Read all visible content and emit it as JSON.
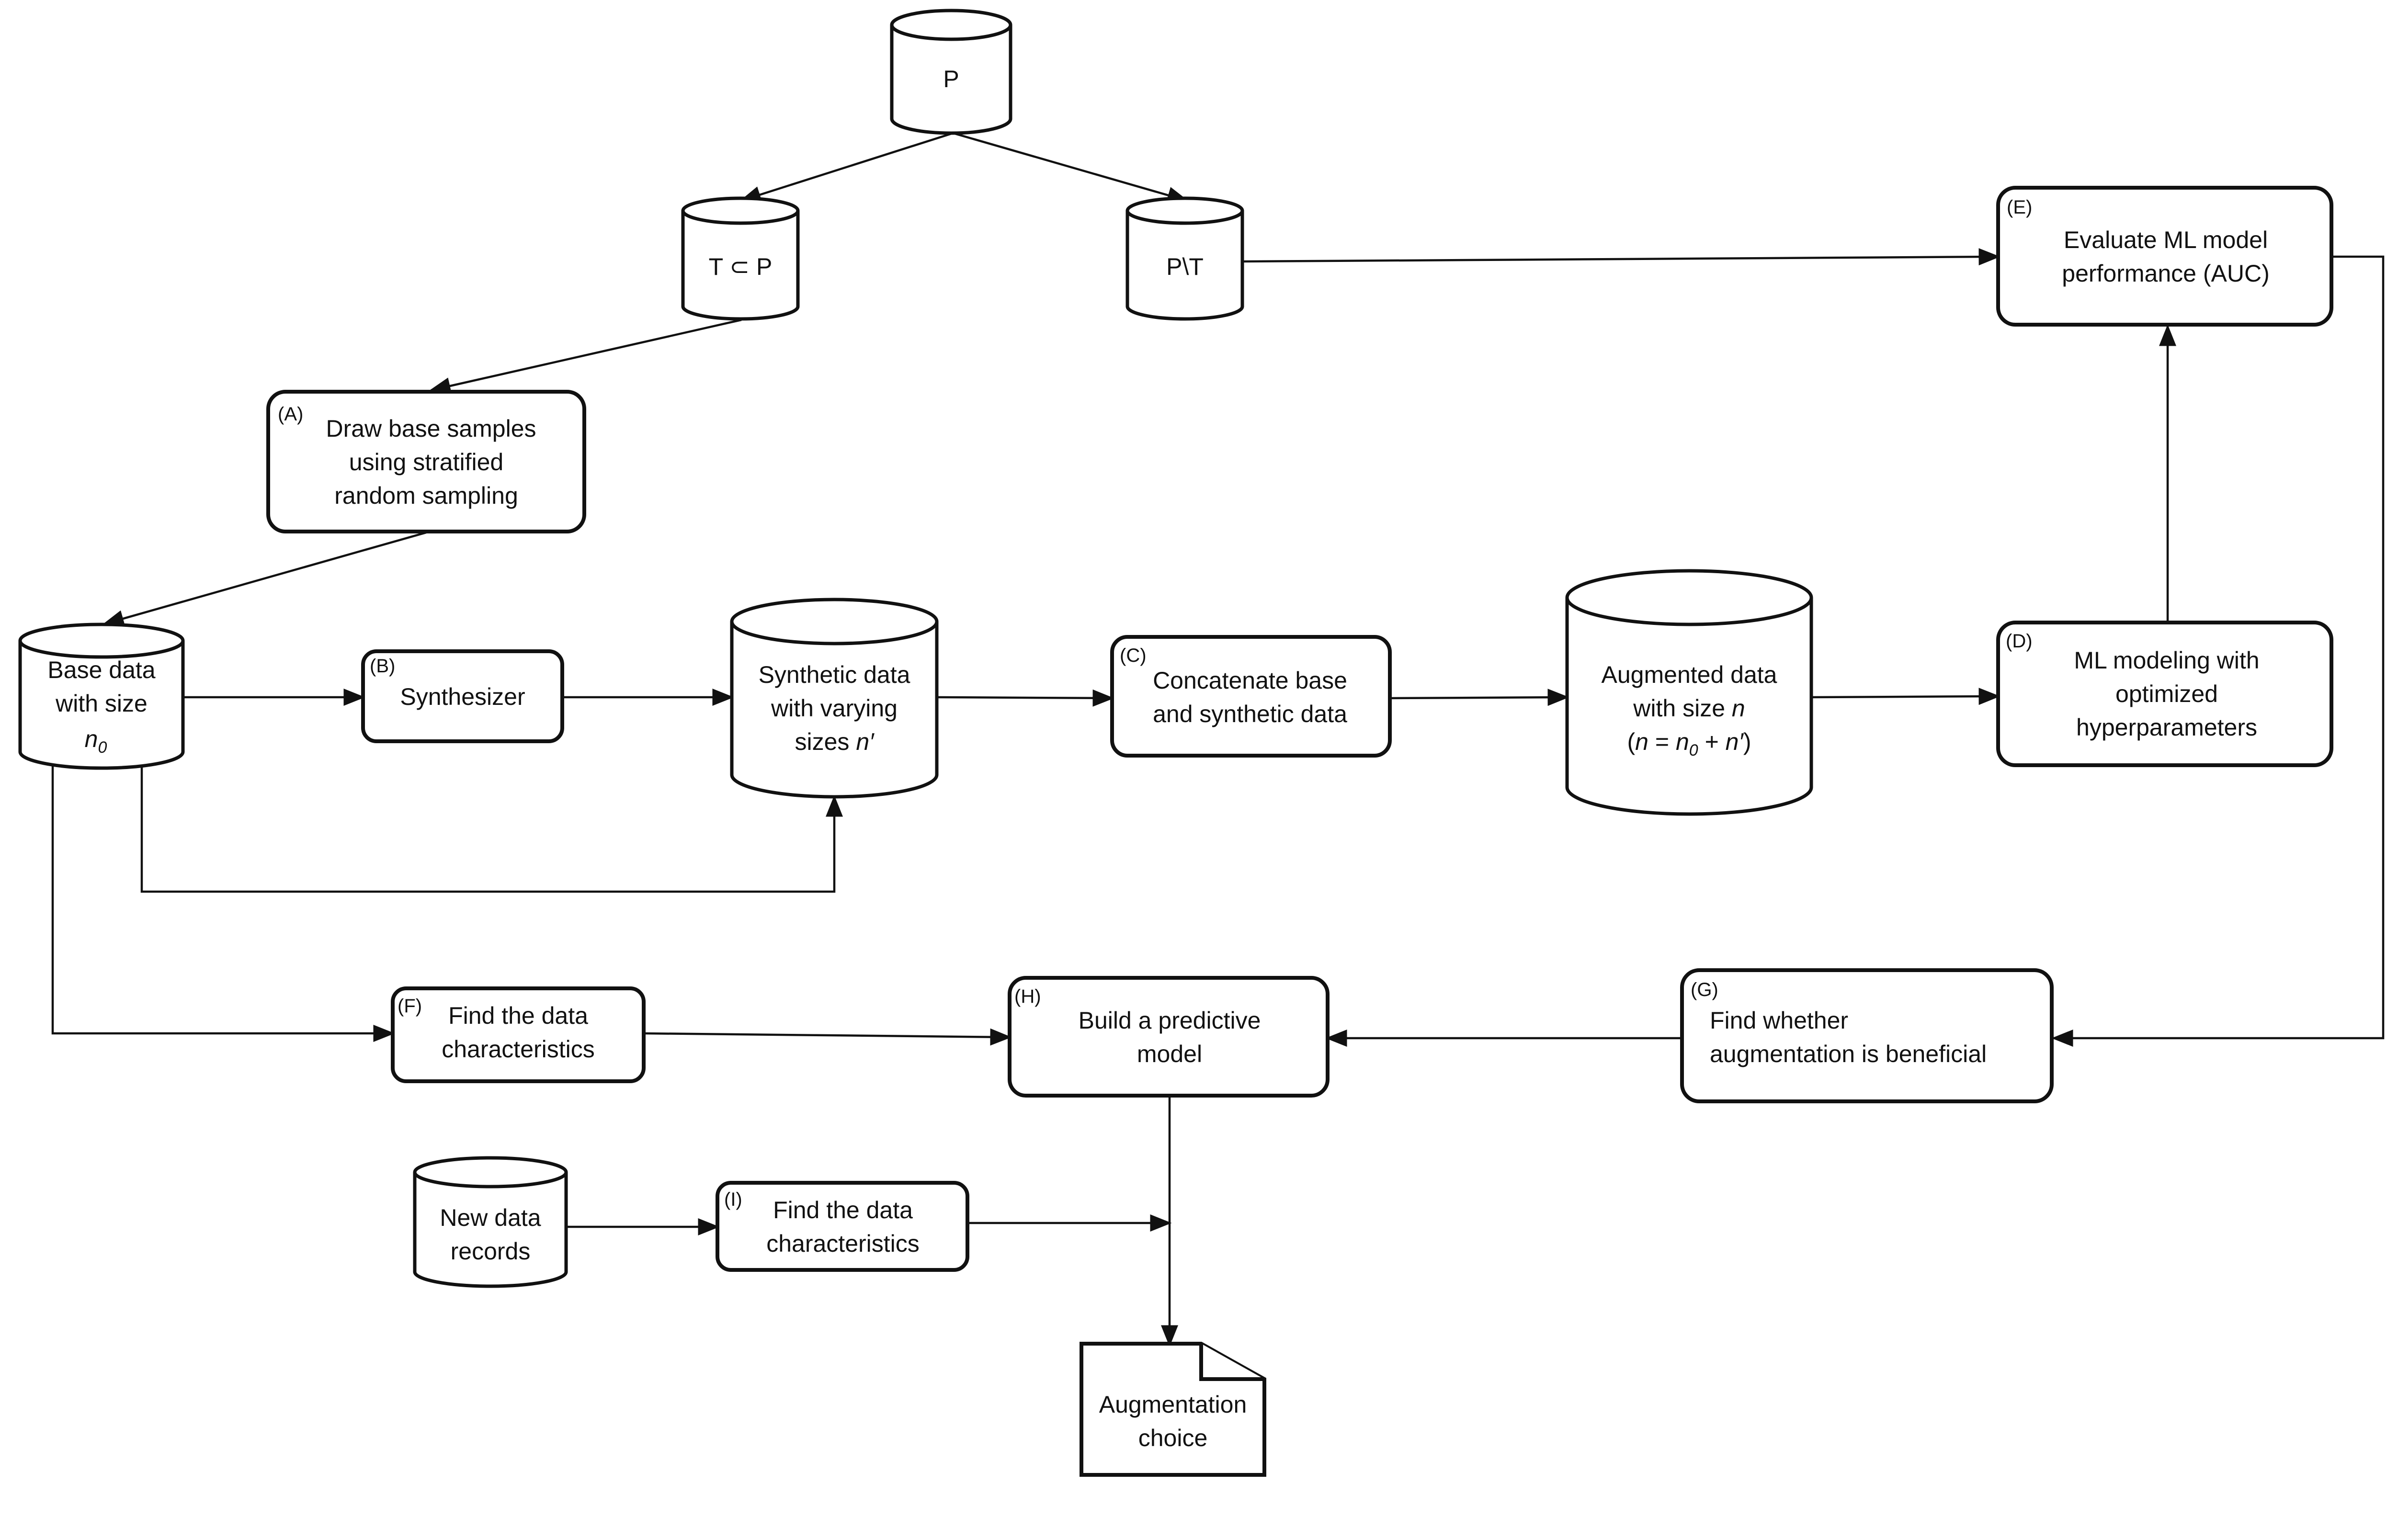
{
  "nodes": {
    "p": {
      "label": "P"
    },
    "t_subset_p": {
      "label": "T ⊂ P"
    },
    "p_minus_t": {
      "label": "P\\T"
    },
    "a": {
      "tag": "(A)",
      "line1": "Draw base samples",
      "line2": "using stratified",
      "line3": "random sampling"
    },
    "base": {
      "line1": "Base data",
      "line2": "with size",
      "var": "n",
      "sub": "0"
    },
    "b": {
      "tag": "(B)",
      "line1": "Synthesizer"
    },
    "synthetic": {
      "line1": "Synthetic data",
      "line2": "with varying",
      "line3_prefix": "sizes ",
      "var": "n′"
    },
    "c": {
      "tag": "(C)",
      "line1": "Concatenate base",
      "line2": "and synthetic data"
    },
    "augmented": {
      "line1": "Augmented data",
      "line2_prefix": "with size ",
      "var": "n",
      "formula": {
        "open": "(",
        "n": "n",
        "eq": " = ",
        "n0": "n",
        "sub": "0",
        "plus": " + ",
        "np": "n′",
        "close": ")"
      }
    },
    "d": {
      "tag": "(D)",
      "line1": "ML modeling with",
      "line2": "optimized",
      "line3": "hyperparameters"
    },
    "e": {
      "tag": "(E)",
      "line1": "Evaluate ML model",
      "line2": "performance (AUC)"
    },
    "f": {
      "tag": "(F)",
      "line1": "Find the data",
      "line2": "characteristics"
    },
    "h": {
      "tag": "(H)",
      "line1": "Build a predictive",
      "line2": "model"
    },
    "g": {
      "tag": "(G)",
      "line1": "Find whether",
      "line2": "augmentation is beneficial"
    },
    "new_data": {
      "line1": "New data",
      "line2": "records"
    },
    "i": {
      "tag": "(I)",
      "line1": "Find the data",
      "line2": "characteristics"
    },
    "choice": {
      "line1": "Augmentation",
      "line2": "choice"
    }
  },
  "colors": {
    "line": "#111111",
    "fill": "#ffffff",
    "text": "#111111"
  }
}
